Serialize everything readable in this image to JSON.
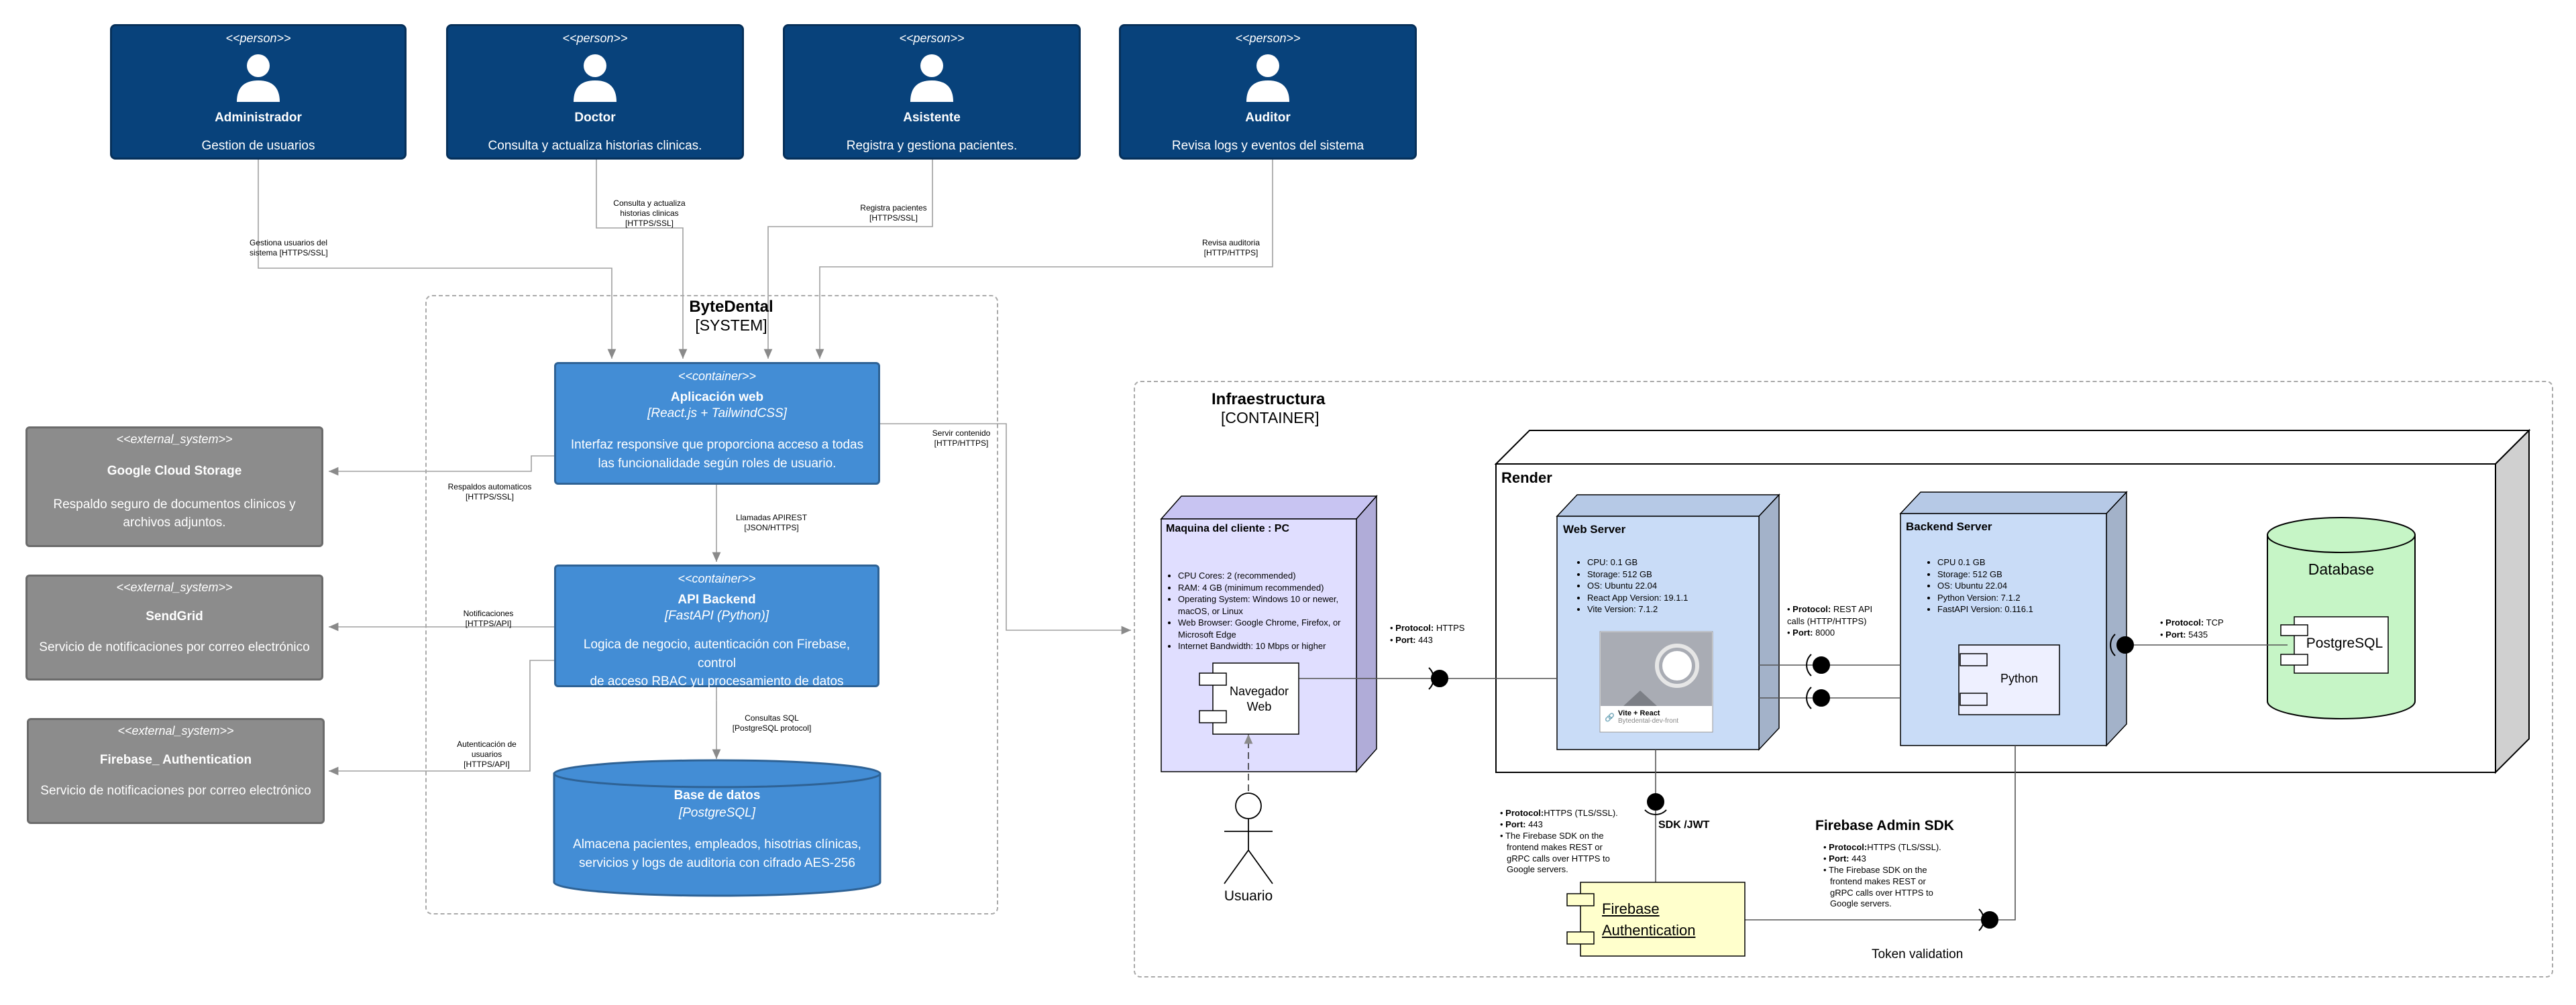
{
  "persons": [
    {
      "stereo": "<<person>>",
      "name": "Administrador",
      "desc": "Gestion de usuarios"
    },
    {
      "stereo": "<<person>>",
      "name": "Doctor",
      "desc": "Consulta y actualiza historias clinicas."
    },
    {
      "stereo": "<<person>>",
      "name": "Asistente",
      "desc": "Registra y gestiona pacientes."
    },
    {
      "stereo": "<<person>>",
      "name": "Auditor",
      "desc": "Revisa logs y eventos del sistema"
    }
  ],
  "person_links": [
    {
      "lines": [
        "Gestiona usuarios del",
        "sistema [HTTPS/SSL]"
      ]
    },
    {
      "lines": [
        "Consulta y actualiza",
        "historias clinicas",
        "[HTTPS/SSL]"
      ]
    },
    {
      "lines": [
        "Registra pacientes",
        "[HTTPS/SSL]"
      ]
    },
    {
      "lines": [
        "Revisa auditoria",
        "[HTTP/HTTPS]"
      ]
    }
  ],
  "system": {
    "name": "ByteDental",
    "type": "[SYSTEM]"
  },
  "web_app": {
    "stereo": "<<container>>",
    "name": "Aplicación web",
    "tech": "[React.js + TailwindCSS]",
    "desc1": "Interfaz responsive que proporciona acceso a todas",
    "desc2": "las funcionalidade según roles de usuario."
  },
  "api": {
    "stereo": "<<container>>",
    "name": "API Backend",
    "tech": "[FastAPI (Python)]",
    "desc1": "Logica de negocio, autenticación con Firebase, control",
    "desc2": "de acceso RBAC yu procesamiento de datos clínicos."
  },
  "db": {
    "name": "Base de datos",
    "tech": "[PostgreSQL]",
    "desc1": "Almacena pacientes, empleados, hisotrias clínicas,",
    "desc2": "servicios y logs de auditoria con cifrado AES-256"
  },
  "externals": [
    {
      "stereo": "<<external_system>>",
      "name": "Google Cloud Storage",
      "desc1": "Respaldo seguro de documentos clinicos y",
      "desc2": "archivos adjuntos."
    },
    {
      "stereo": "<<external_system>>",
      "name": "SendGrid",
      "desc1": "Servicio de notificaciones por correo electrónico",
      "desc2": ""
    },
    {
      "stereo": "<<external_system>>",
      "name": "Firebase_ Authentication",
      "desc1": "Servicio de notificaciones por correo electrónico",
      "desc2": ""
    }
  ],
  "edge_labels": {
    "respaldos": [
      "Respaldos automaticos",
      "[HTTPS/SSL]"
    ],
    "notificaciones": [
      "Notificaciones",
      "[HTTPS/API]"
    ],
    "autenticacion": [
      "Autenticación de",
      "usuarios",
      "[HTTPS/API]"
    ],
    "llamadas": [
      "Llamadas APIREST",
      "[JSON/HTTPS]"
    ],
    "consultas": [
      "Consultas SQL",
      "[PostgreSQL protocol]"
    ],
    "servir": [
      "Servir contenido",
      "[HTTP/HTTPS]"
    ]
  },
  "infra": {
    "name": "Infraestructura",
    "type": "[CONTAINER]"
  },
  "render": {
    "title": "Render"
  },
  "client": {
    "title": "Maquina del cliente : PC",
    "specs": [
      "CPU Cores: 2 (recommended)",
      "RAM: 4 GB (minimum recommended)",
      "Operating System: Windows 10 or newer, macOS, or Linux",
      "Web Browser: Google Chrome, Firefox, or Microsoft Edge",
      "Internet Bandwidth: 10 Mbps or higher"
    ],
    "component": "Navegador Web",
    "actor": "Usuario"
  },
  "client_link": {
    "protocol_label": "Protocol:",
    "protocol": "HTTPS",
    "port_label": "Port:",
    "port": "443"
  },
  "web_server": {
    "title": "Web Server",
    "specs": [
      "CPU: 0.1 GB",
      "Storage: 512 GB",
      "OS: Ubuntu 22.04",
      "React App Version: 19.1.1",
      "Vite Version: 7.1.2"
    ],
    "card_title": "Vite + React",
    "card_sub": "Bytedental-dev-front"
  },
  "backend_server": {
    "title": "Backend Server",
    "specs": [
      "CPU 0.1 GB",
      "Storage: 512 GB",
      "OS: Ubuntu 22.04",
      "Python Version: 7.1.2",
      "FastAPI Version: 0.116.1"
    ],
    "component": "Python"
  },
  "web_backend_link": {
    "protocol_label": "Protocol:",
    "protocol": "REST API calls (HTTP/HTTPS)",
    "port_label": "Port:",
    "port": "8000"
  },
  "database_node": {
    "title": "Database",
    "component": "PostgreSQL"
  },
  "db_link": {
    "protocol_label": "Protocol:",
    "protocol": "TCP",
    "port_label": "Port:",
    "port": "5435"
  },
  "sdk_label": "SDK /JWT",
  "firebase_link": {
    "protocol_label": "Protocol:",
    "protocol": "HTTPS (TLS/SSL).",
    "port_label": "Port:",
    "port": "443",
    "note": "The Firebase SDK on the frontend makes REST or gRPC calls over HTTPS to Google servers."
  },
  "admin_sdk": {
    "title": "Firebase Admin SDK",
    "protocol_label": "Protocol:",
    "protocol": "HTTPS (TLS/SSL).",
    "port_label": "Port:",
    "port": "443",
    "note": "The Firebase SDK on the frontend makes REST or gRPC calls over HTTPS to Google servers."
  },
  "firebase_auth": {
    "line1": "Firebase",
    "line2": "Authentication"
  },
  "token_label": "Token validation",
  "colors": {
    "person": "#08427b",
    "container": "#438dd5",
    "external": "#8c8c8c",
    "client_node": "#e0deff",
    "server_node": "#c9dcf7",
    "db_node": "#c6f5c6",
    "firebase": "#ffffcc"
  }
}
